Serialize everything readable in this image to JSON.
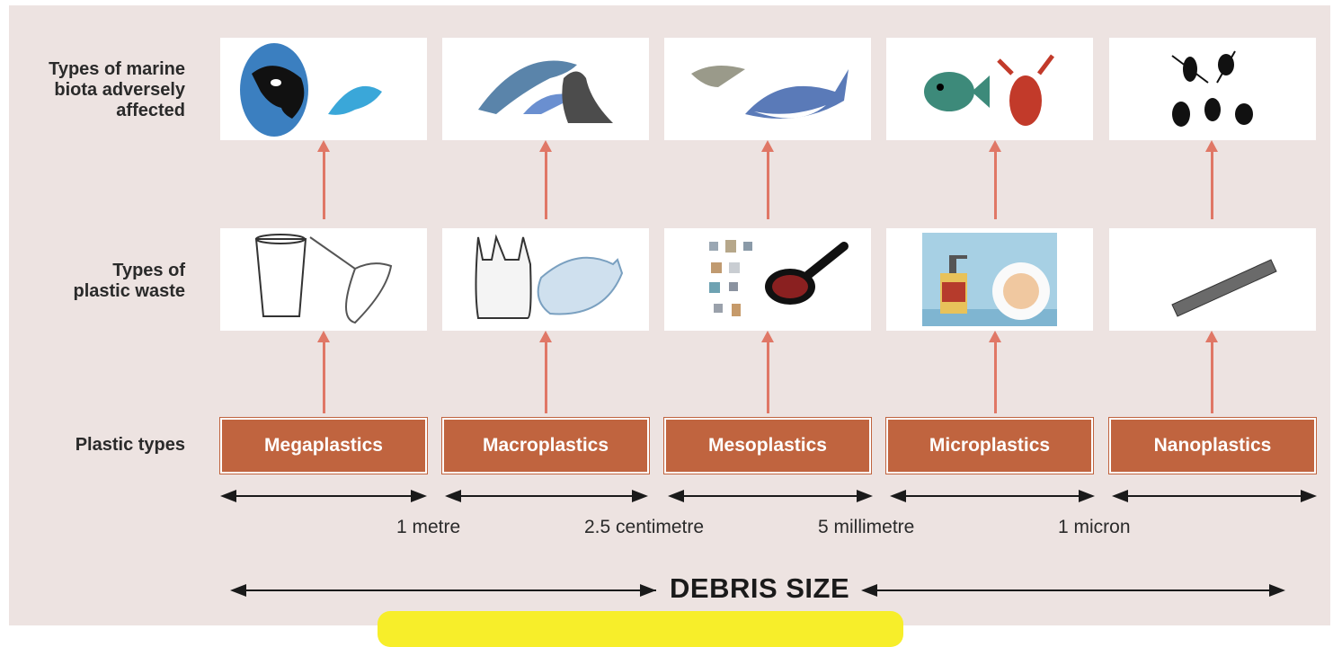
{
  "row_labels": {
    "biota": "Types of marine biota adversely affected",
    "biota_lines": [
      "Types of marine",
      "biota adversely",
      "affected"
    ],
    "waste_lines": [
      "Types of",
      "plastic waste"
    ],
    "plastic_types": "Plastic types"
  },
  "plastic_types": [
    {
      "label": "Megaplastics",
      "biota_icons": [
        "orca-icon",
        "dolphin-icon"
      ],
      "waste_icons": [
        "cup-icon",
        "fishing-net-icon"
      ]
    },
    {
      "label": "Macroplastics",
      "biota_icons": [
        "dolphin-icon",
        "seal-icon"
      ],
      "waste_icons": [
        "plastic-bag-icon",
        "crushed-bottle-icon"
      ]
    },
    {
      "label": "Mesoplastics",
      "biota_icons": [
        "seagull-icon",
        "shark-icon"
      ],
      "waste_icons": [
        "bottle-caps-icon",
        "hairbrush-icon"
      ]
    },
    {
      "label": "Microplastics",
      "biota_icons": [
        "fish-icon",
        "lobster-icon"
      ],
      "waste_icons": [
        "soap-dispenser-icon",
        "microbeads-icon"
      ]
    },
    {
      "label": "Nanoplastics",
      "biota_icons": [
        "zooplankton-icon"
      ],
      "waste_icons": [
        "nanotube-icon"
      ]
    }
  ],
  "size_thresholds": [
    "1 metre",
    "2.5 centimetre",
    "5 millimetre",
    "1 micron"
  ],
  "debris_size_label": "DEBRIS SIZE",
  "colors": {
    "background": "#ede3e1",
    "plastic_box": "#c0643f",
    "arrow": "#e07766",
    "highlight": "#f7ee2a"
  }
}
